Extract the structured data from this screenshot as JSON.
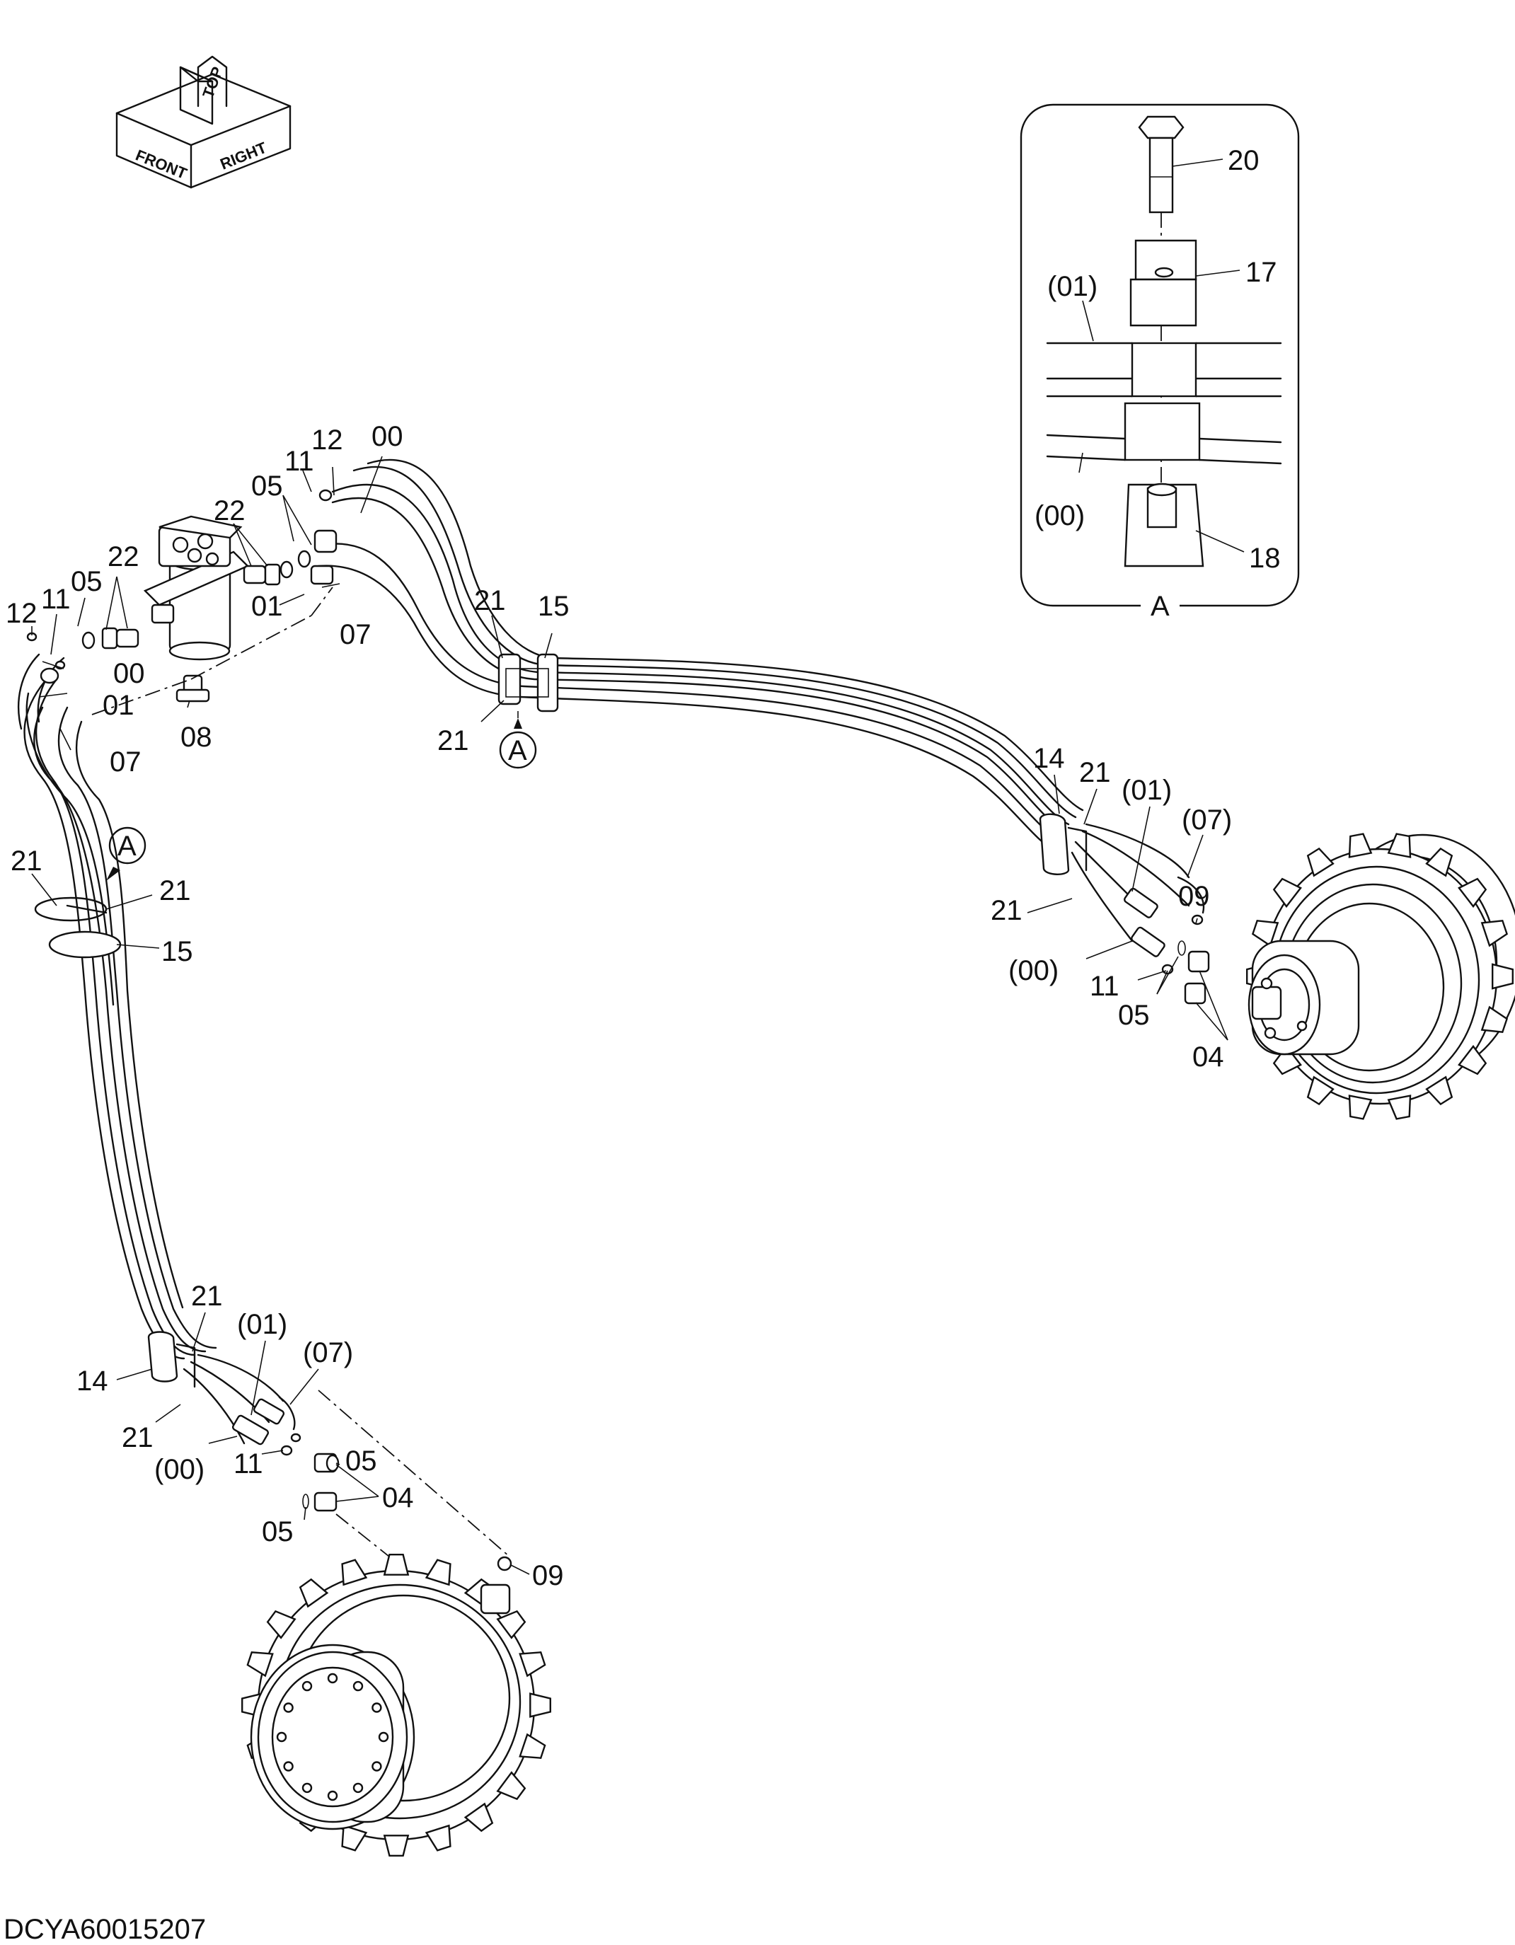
{
  "doc_id": "DCYA60015207",
  "orientation": {
    "front": "FRONT",
    "top": "TOP",
    "right": "RIGHT"
  },
  "detail": {
    "title": "A",
    "labels": {
      "bolt": "20",
      "clamp_upper": "17",
      "hose_upper": "(01)",
      "hose_lower": "(00)",
      "clamp_lower": "18"
    }
  },
  "callouts": {
    "swivel": {
      "c12": "12",
      "c11": "11",
      "c05": "05",
      "c22": "22",
      "c00": "00",
      "c01": "01",
      "c07": "07",
      "l12": "12",
      "l11": "11",
      "l05": "05",
      "l22": "22",
      "l00": "00",
      "l01": "01",
      "l07": "07",
      "l08": "08"
    },
    "mid": {
      "c21a": "21",
      "c15": "15",
      "c21b": "21",
      "ref": "A"
    },
    "left": {
      "c21a": "21",
      "c21b": "21",
      "c15": "15",
      "ref": "A"
    },
    "right": {
      "c14": "14",
      "c21a": "21",
      "c01": "(01)",
      "c07": "(07)",
      "c09": "09",
      "c21b": "21",
      "c00": "(00)",
      "c11": "11",
      "c05": "05",
      "c04": "04"
    },
    "bottom": {
      "c21a": "21",
      "c01": "(01)",
      "c07": "(07)",
      "c14": "14",
      "c21b": "21",
      "c05a": "05",
      "c04": "04",
      "c00": "(00)",
      "c11": "11",
      "c05b": "05",
      "c09": "09"
    }
  }
}
